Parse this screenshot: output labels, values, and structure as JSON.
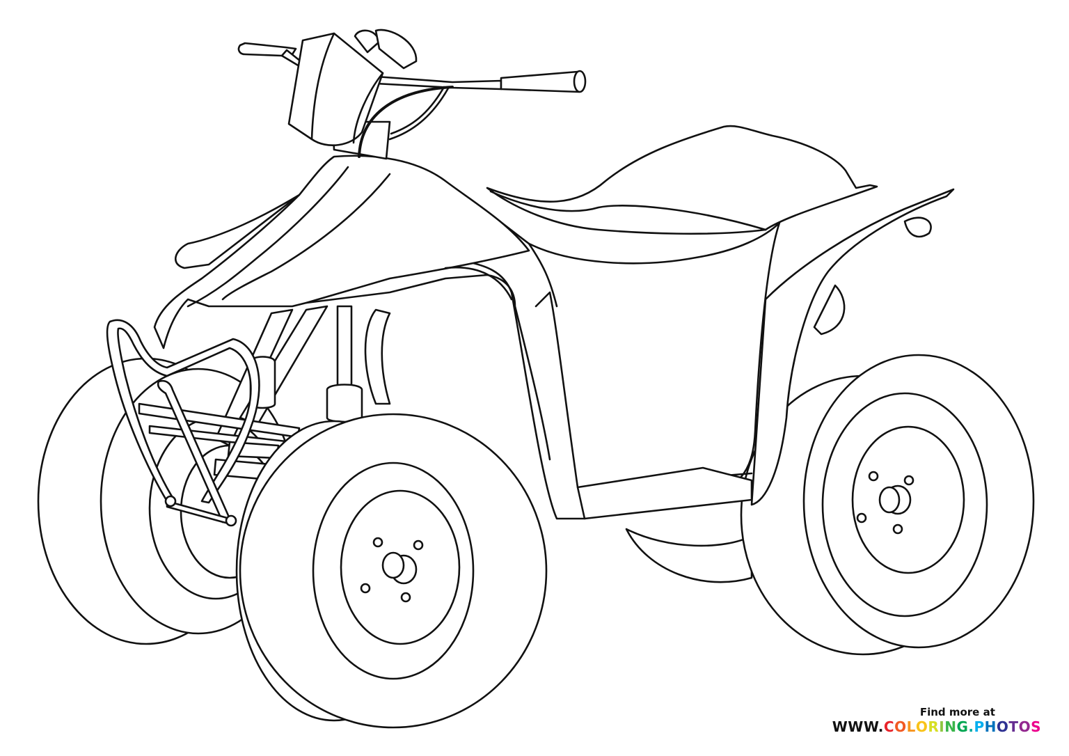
{
  "image": {
    "subject": "ATV quad bike coloring page line drawing",
    "background_color": "#ffffff",
    "line_color": "#111111"
  },
  "watermark": {
    "line1": "Find more at",
    "prefix": "WWW.",
    "brand": "COLORING.PHOTOS",
    "brand_letters": [
      {
        "ch": "C",
        "color": "#e8232a"
      },
      {
        "ch": "O",
        "color": "#f15a24"
      },
      {
        "ch": "L",
        "color": "#f7941d"
      },
      {
        "ch": "O",
        "color": "#f9c31a"
      },
      {
        "ch": "R",
        "color": "#d7df23"
      },
      {
        "ch": "I",
        "color": "#8dc63f"
      },
      {
        "ch": "N",
        "color": "#39b54a"
      },
      {
        "ch": "G",
        "color": "#00a651"
      },
      {
        "ch": ".",
        "color": "#00a99d"
      },
      {
        "ch": "P",
        "color": "#00aeef"
      },
      {
        "ch": "H",
        "color": "#0072bc"
      },
      {
        "ch": "O",
        "color": "#2e3192"
      },
      {
        "ch": "T",
        "color": "#662d91"
      },
      {
        "ch": "O",
        "color": "#92278f"
      },
      {
        "ch": "S",
        "color": "#ec008c"
      }
    ]
  }
}
